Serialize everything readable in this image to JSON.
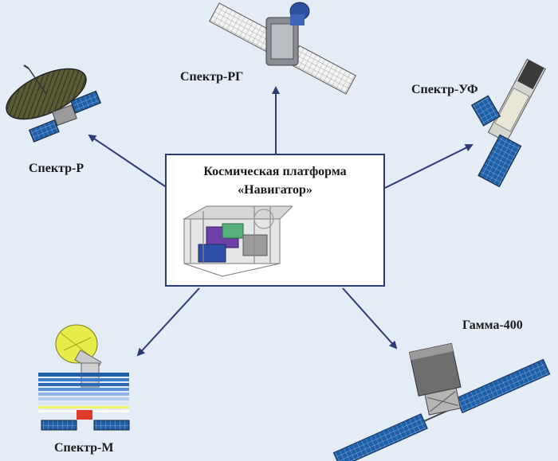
{
  "center": {
    "title_line1": "Космическая платформа",
    "title_line2": "«Навигатор»"
  },
  "satellites": {
    "spektr_rg": "Спектр-РГ",
    "spektr_r": "Спектр-Р",
    "spektr_uf": "Спектр-УФ",
    "spektr_m": "Спектр-М",
    "gamma_400": "Гамма-400"
  },
  "colors": {
    "background": "#e4ecf6",
    "arrow": "#2c3a78",
    "box_border": "#2c3a78",
    "solar_panel": "#1f5fa8"
  }
}
